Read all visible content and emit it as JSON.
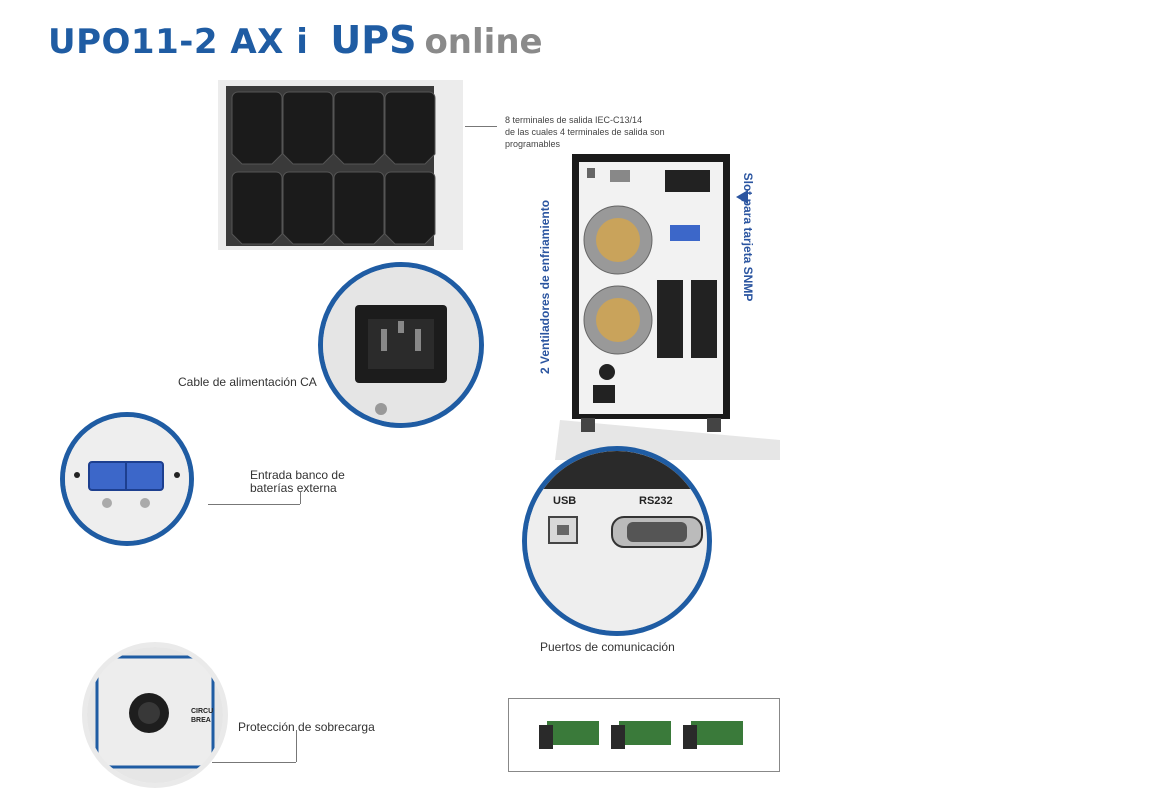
{
  "header": {
    "model": "UPO11-2 AX i",
    "product_ups": "UPS",
    "product_online": "online"
  },
  "callouts": {
    "outputs": "8 terminales de salida IEC-C13/14\nde las cuales 4 terminales de salida son\nprogramables",
    "power_cable": "Cable de alimentación CA",
    "battery": "Entrada banco de\nbaterías externa",
    "ports": "Puertos de comunicación",
    "overload": "Protección de sobrecarga",
    "fans": "2 Ventiladores de enfriamiento",
    "snmp": "Slot para tarjeta SNMP"
  },
  "port_labels": {
    "usb": "USB",
    "rs232": "RS232"
  },
  "breaker_label": "CIRCU\nBREA",
  "colors": {
    "brand_blue": "#1f5ca3",
    "gray": "#8a8a8a",
    "ups_black": "#1a1a1a"
  }
}
